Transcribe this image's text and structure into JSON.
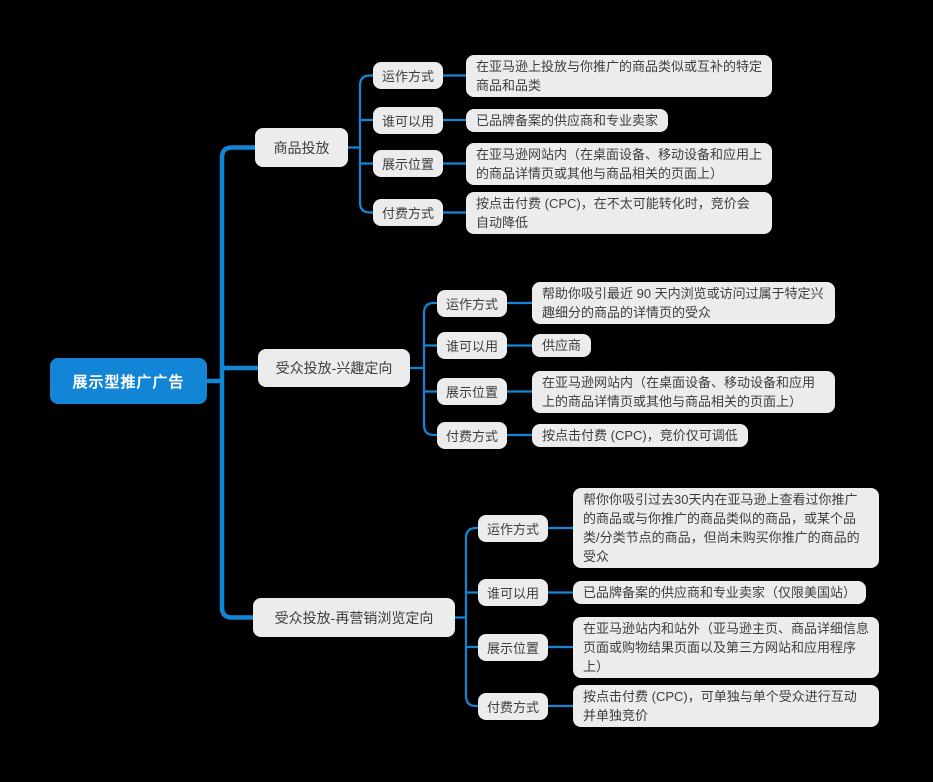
{
  "root": {
    "label": "展示型推广广告"
  },
  "colors": {
    "background": "#000000",
    "accent_blue": "#1285d6",
    "node_background": "#ececec",
    "node_text": "#3d3d3d",
    "root_text": "#ffffff"
  },
  "branches": [
    {
      "label": "商品投放",
      "children": [
        {
          "label": "运作方式",
          "detail": "在亚马逊上投放与你推广的商品类似或互补的特定商品和品类"
        },
        {
          "label": "谁可以用",
          "detail": "已品牌备案的供应商和专业卖家"
        },
        {
          "label": "展示位置",
          "detail": "在亚马逊网站内（在桌面设备、移动设备和应用上的商品详情页或其他与商品相关的页面上）"
        },
        {
          "label": "付费方式",
          "detail": "按点击付费 (CPC)，在不太可能转化时，竞价会自动降低"
        }
      ]
    },
    {
      "label": "受众投放-兴趣定向",
      "children": [
        {
          "label": "运作方式",
          "detail": "帮助你吸引最近 90 天内浏览或访问过属于特定兴趣细分的商品的详情页的受众"
        },
        {
          "label": "谁可以用",
          "detail": "供应商"
        },
        {
          "label": "展示位置",
          "detail": "在亚马逊网站内（在桌面设备、移动设备和应用上的商品详情页或其他与商品相关的页面上）"
        },
        {
          "label": "付费方式",
          "detail": "按点击付费 (CPC)，竞价仅可调低"
        }
      ]
    },
    {
      "label": "受众投放-再营销浏览定向",
      "children": [
        {
          "label": "运作方式",
          "detail": "帮你你吸引过去30天内在亚马逊上查看过你推广的商品或与你推广的商品类似的商品，或某个品类/分类节点的商品，但尚未购买你推广的商品的受众"
        },
        {
          "label": "谁可以用",
          "detail": "已品牌备案的供应商和专业卖家（仅限美国站）"
        },
        {
          "label": "展示位置",
          "detail": "在亚马逊站内和站外（亚马逊主页、商品详细信息页面或购物结果页面以及第三方网站和应用程序上）"
        },
        {
          "label": "付费方式",
          "detail": "按点击付费 (CPC)，可单独与单个受众进行互动并单独竞价"
        }
      ]
    }
  ]
}
